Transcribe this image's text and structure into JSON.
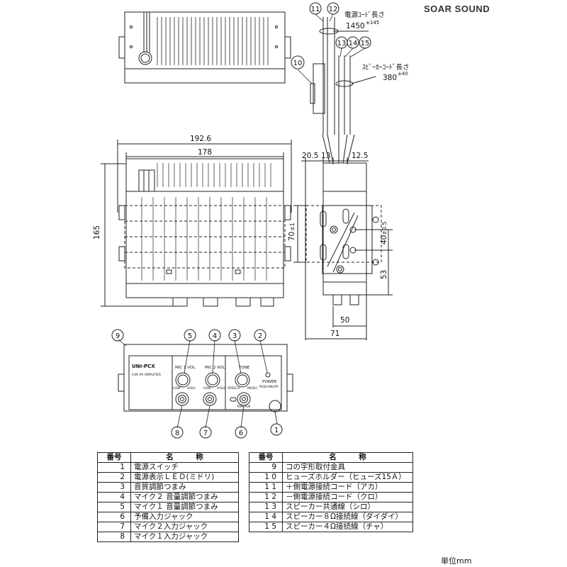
{
  "brand": "SOAR SOUND",
  "unit_label": "単位mm",
  "dimensions": {
    "width_total": "192.6",
    "width_body": "178",
    "height": "165",
    "side_left": "20.5",
    "side_mid": "13",
    "side_right": "12.5",
    "side_70": "70",
    "side_70_tol": "±1",
    "side_40": "40",
    "side_40_tol": "±0.5",
    "side_53": "53",
    "side_50": "50",
    "side_71": "71"
  },
  "cords": {
    "power_label": "電源ｺｰﾄﾞ長さ",
    "power_value": "1450",
    "power_tol": "±145",
    "speaker_label": "ｽﾋﾟｰｶｰｺｰﾄﾞ長さ",
    "speaker_value": "380",
    "speaker_tol": "±40"
  },
  "panel": {
    "model": "UNI-PCX",
    "subtitle": "CAR PA AMPLIFIER",
    "mic1_vol": "MIC 1 VOL",
    "mic2_vol": "MIC 2 VOL",
    "tone": "TONE",
    "power": "POWER",
    "push": "PUSH ON/OFF",
    "low": "LOW",
    "high": "HIGH",
    "speech": "SPEECH",
    "music": "MUSIC",
    "aux": "TAPE AUX"
  },
  "callouts": [
    "1",
    "2",
    "3",
    "4",
    "5",
    "6",
    "7",
    "8",
    "9",
    "10",
    "11",
    "12",
    "13",
    "14",
    "15"
  ],
  "parts_table": {
    "header": {
      "num": "番号",
      "name": "名　　　称"
    },
    "left": [
      {
        "num": "1",
        "name": "電源スイッチ"
      },
      {
        "num": "2",
        "name": "電源表示ＬＥＤ(ミドリ)"
      },
      {
        "num": "3",
        "name": "音質調節つまみ"
      },
      {
        "num": "4",
        "name": "マイク２ 音量調節つまみ"
      },
      {
        "num": "5",
        "name": "マイク１ 音量調節つまみ"
      },
      {
        "num": "6",
        "name": "予備入力ジャック"
      },
      {
        "num": "7",
        "name": "マイク２入力ジャック"
      },
      {
        "num": "8",
        "name": "マイク１入力ジャック"
      }
    ],
    "right": [
      {
        "num": "9",
        "name": "コの字形取付金具"
      },
      {
        "num": "1 0",
        "name": "ヒューズホルダー（ヒューズ15Ａ）"
      },
      {
        "num": "1 1",
        "name": "＋側電源接続コード（アカ）"
      },
      {
        "num": "1 2",
        "name": "－側電源接続コード（クロ）"
      },
      {
        "num": "1 3",
        "name": "スピーカー共通線（シロ）"
      },
      {
        "num": "1 4",
        "name": "スピーカー８Ω接続線（ダイダイ）"
      },
      {
        "num": "1 5",
        "name": "スピーカー４Ω接続線（チャ）"
      }
    ]
  }
}
